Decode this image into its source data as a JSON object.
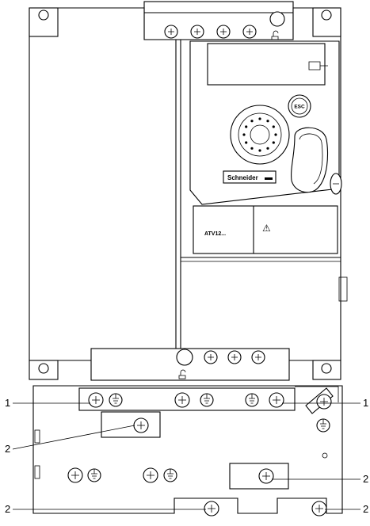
{
  "drawing": {
    "callouts": {
      "top_left": "1",
      "top_right": "1",
      "mid_left": "2",
      "mid_right": "2",
      "bottom_left": "2",
      "bottom_right": "2"
    },
    "logo_text": "Schneider",
    "keypad_button": "ESC",
    "model_label": "ATV12...",
    "warning_symbol": "⚠"
  }
}
